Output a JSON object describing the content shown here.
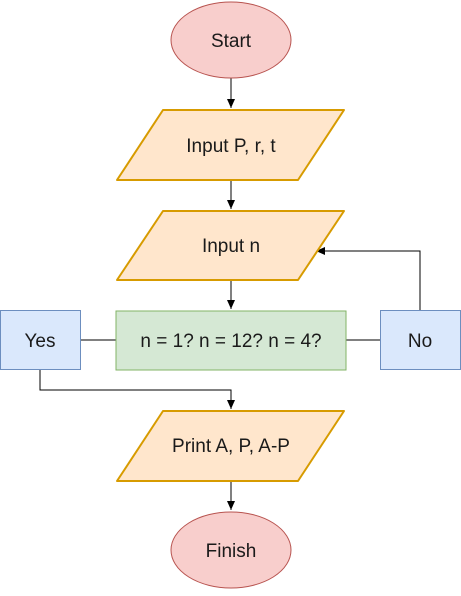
{
  "nodes": {
    "start": {
      "label": "Start"
    },
    "input_prt": {
      "label": "Input P, r, t"
    },
    "input_n": {
      "label": "Input n"
    },
    "decision": {
      "label": "n = 1? n = 12? n = 4?"
    },
    "yes": {
      "label": "Yes"
    },
    "no": {
      "label": "No"
    },
    "print": {
      "label": "Print A, P, A-P"
    },
    "finish": {
      "label": "Finish"
    }
  },
  "colors": {
    "terminal_fill": "#f8cecc",
    "terminal_stroke": "#b85450",
    "io_fill": "#ffe6cc",
    "io_stroke": "#d79b00",
    "process_fill": "#d5e8d4",
    "process_stroke": "#82b366",
    "branch_fill": "#dae8fc",
    "branch_stroke": "#6c8ebf",
    "line": "#000000"
  }
}
